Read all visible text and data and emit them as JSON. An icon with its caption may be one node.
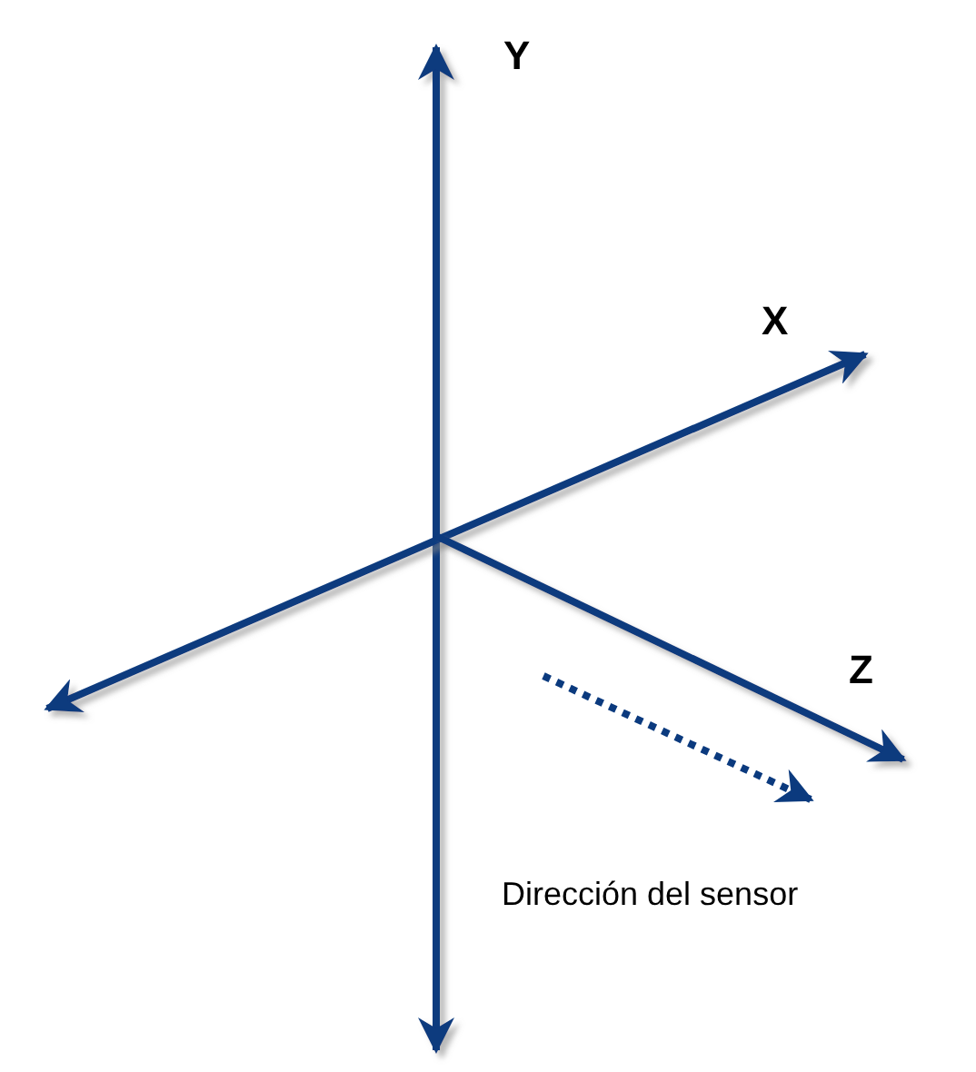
{
  "diagram": {
    "labels": [
      "Y",
      "X",
      "Z",
      "Dirección del sensor"
    ]
  }
}
